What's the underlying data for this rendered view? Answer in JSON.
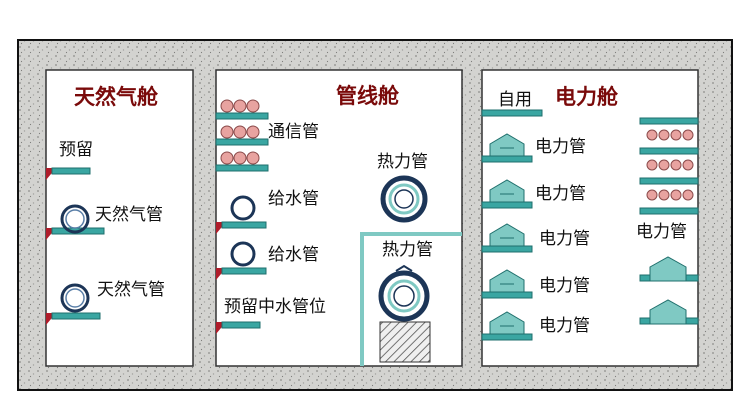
{
  "chambers": {
    "gas": {
      "title": "天然气舱",
      "reserved": "预留",
      "pipe_1": "天然气管",
      "pipe_2": "天然气管"
    },
    "pipeline": {
      "title": "管线舱",
      "telecom": "通信管",
      "water_1": "给水管",
      "water_2": "给水管",
      "reserved_reclaimed": "预留中水管位",
      "heat_1": "热力管",
      "heat_2": "热力管"
    },
    "power": {
      "title": "电力舱",
      "self_use": "自用",
      "cables": [
        "电力管",
        "电力管",
        "电力管",
        "电力管",
        "电力管"
      ],
      "right_cable": "电力管"
    }
  },
  "colors": {
    "concrete": "#d4d4d2",
    "chamber_fill": "#ffffff",
    "bracket": "#3aa6a2",
    "bracket_edge": "#1f6f6c",
    "cable_tray": "#7fc9c3",
    "pipe_ring": "#1c3557",
    "anchor": "#b01c2a",
    "telecom_pipe": "#e8a3a0",
    "title": "#7a0a0a"
  }
}
